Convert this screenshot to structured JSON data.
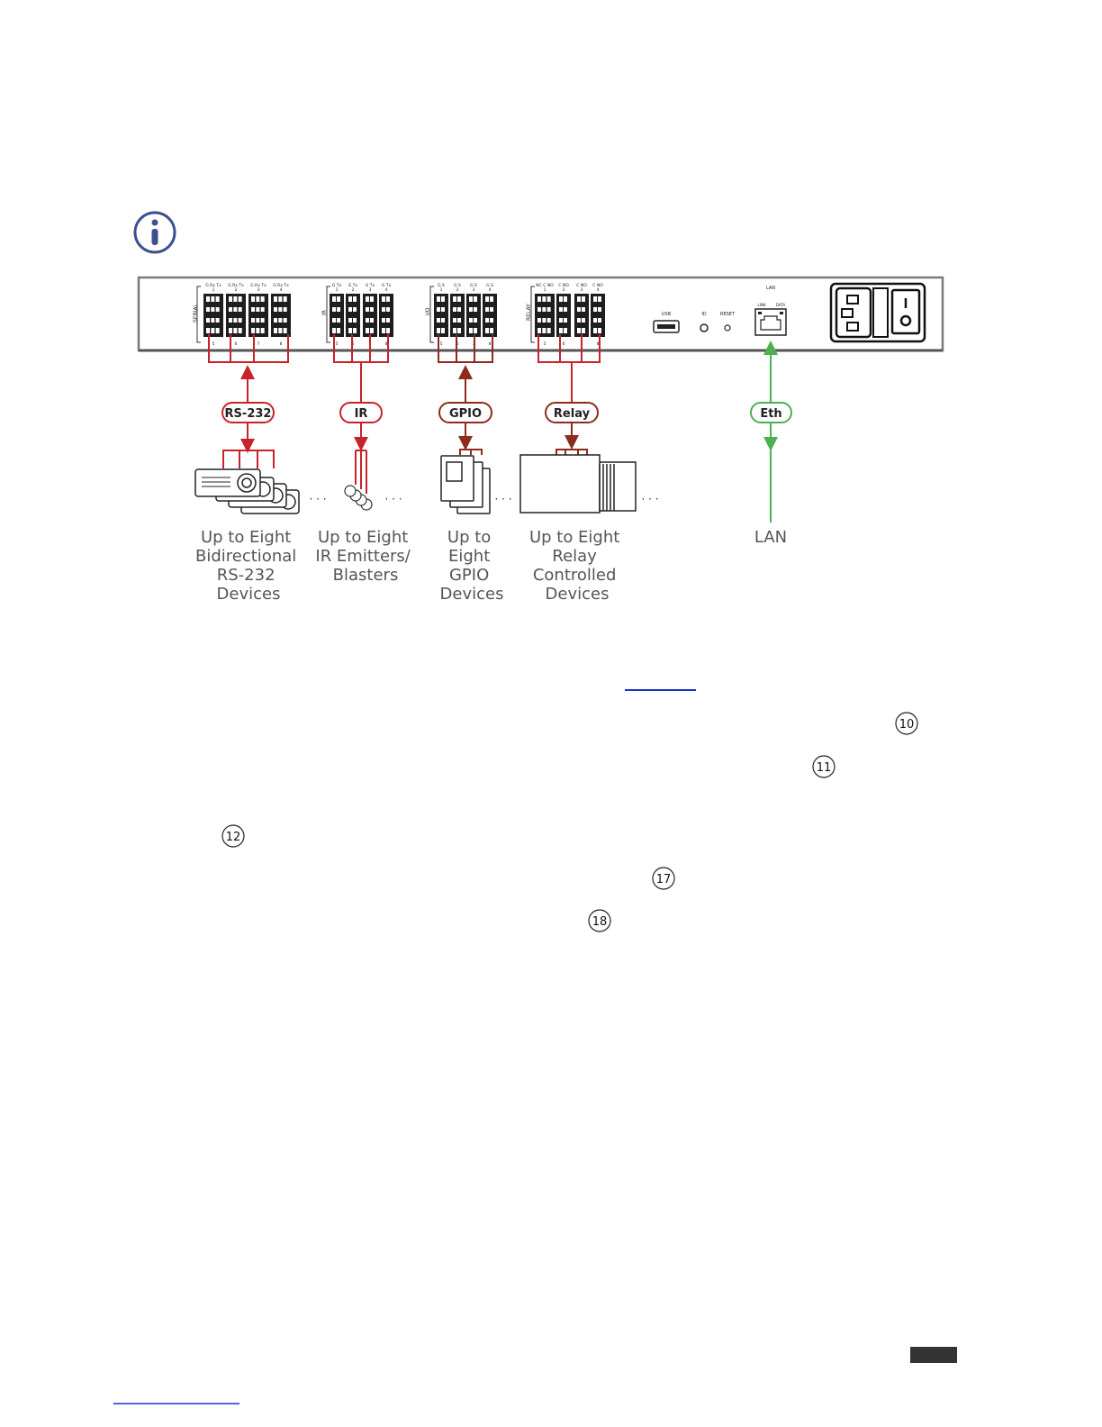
{
  "colors": {
    "red": "#c8222a",
    "brown": "#8e2a1e",
    "green": "#4caf50",
    "info": "#3c4f8f",
    "panel": "#7a7a7a",
    "label": "#555555"
  },
  "panel": {
    "serial_label": "SERIAL",
    "ir_label": "IR",
    "io_label": "I/O",
    "relay_label": "RELAY",
    "serial_pins": "G Rx Tx",
    "ir_pins": "G Tx",
    "io_pins": "G S",
    "relay_pins": "C NO",
    "relay_first_pins": "NC C NO",
    "top_numbers": [
      "1",
      "2",
      "3",
      "4"
    ],
    "bottom_numbers": [
      "5",
      "6",
      "7",
      "8"
    ],
    "usb_label": "USB",
    "id_label": "ID",
    "reset_label": "RESET",
    "lan_label": "LAN",
    "link_label": "LINK",
    "data_label": "DATA"
  },
  "badges": {
    "rs232": "RS-232",
    "ir": "IR",
    "gpio": "GPIO",
    "relay": "Relay",
    "eth": "Eth"
  },
  "ellipsis": "· · ·",
  "captions": {
    "rs232": [
      "Up to Eight",
      "Bidirectional",
      "RS-232",
      "Devices"
    ],
    "ir": [
      "Up to Eight",
      "IR Emitters/",
      "Blasters"
    ],
    "gpio": [
      "Up to",
      "Eight",
      "GPIO",
      "Devices"
    ],
    "relay": [
      "Up to Eight",
      "Relay",
      "Controlled",
      "Devices"
    ],
    "lan": [
      "LAN"
    ]
  },
  "callouts": {
    "c10": "10",
    "c11": "11",
    "c12": "12",
    "c17": "17",
    "c18": "18"
  },
  "icons": {
    "info": "info-circle-icon",
    "projector": "projector-icon",
    "ir_emitter": "ir-emitter-icon",
    "gpio_device": "sensor-device-icon",
    "relay_device": "relay-box-icon"
  }
}
